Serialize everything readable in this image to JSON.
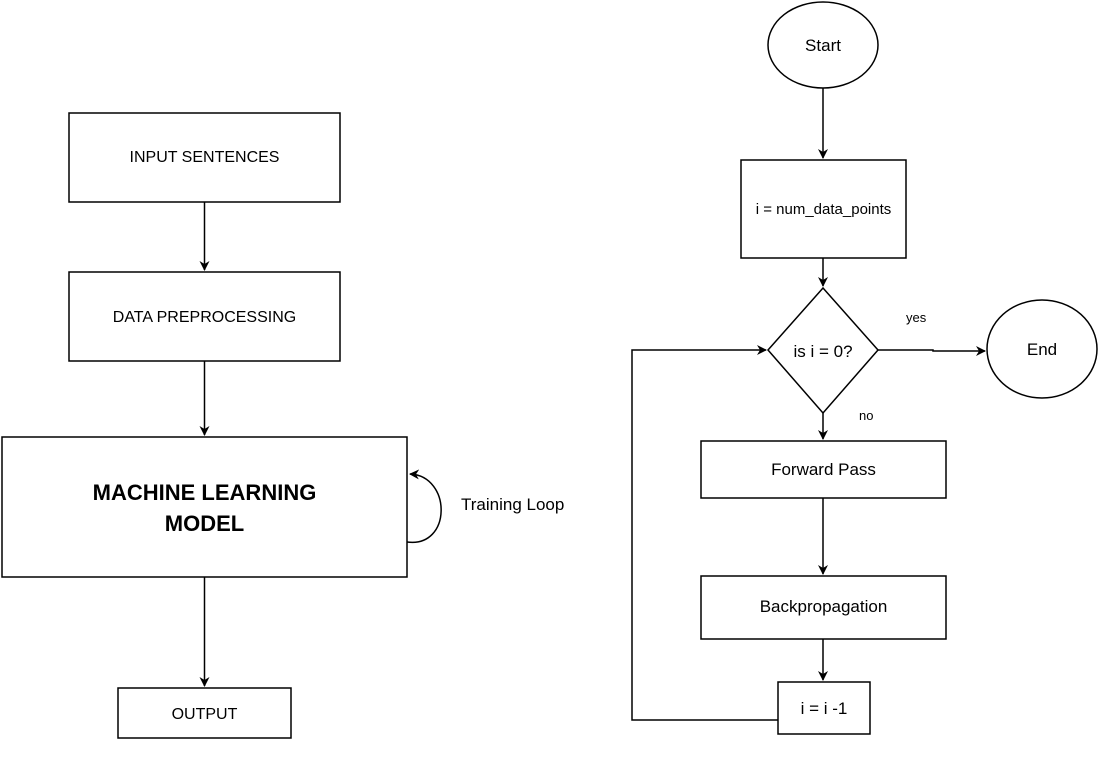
{
  "left_flow": {
    "input": "INPUT SENTENCES",
    "preprocessing": "DATA PREPROCESSING",
    "model_line1": "MACHINE LEARNING",
    "model_line2": "MODEL",
    "training_loop": "Training Loop",
    "output": "OUTPUT"
  },
  "right_flow": {
    "start": "Start",
    "init": "i = num_data_points",
    "decision": "is i = 0?",
    "yes": "yes",
    "no": "no",
    "end": "End",
    "forward": "Forward Pass",
    "backprop": "Backpropagation",
    "decrement": "i = i -1"
  }
}
